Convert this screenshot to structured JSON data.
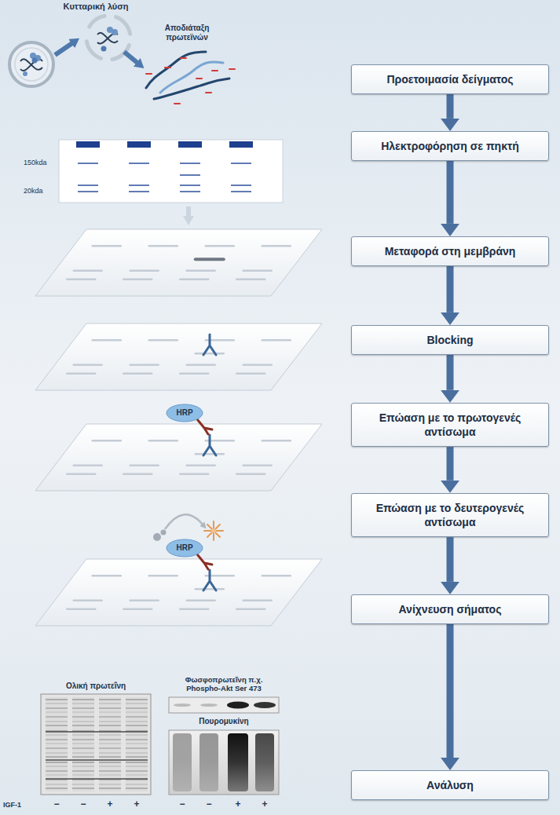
{
  "diagram": {
    "nodes": [
      {
        "text": [
          "Προετοιμασία δείγματος"
        ]
      },
      {
        "text": [
          "Ηλεκτροφόρηση σε πηκτή"
        ]
      },
      {
        "text": [
          "Μεταφορά στη μεμβράνη"
        ]
      },
      {
        "text": [
          "Blocking"
        ]
      },
      {
        "text": [
          "Επώαση με το πρωτογενές αντίσωμα"
        ]
      },
      {
        "text": [
          "Επώαση με το δευτερογενές αντίσωμα"
        ]
      },
      {
        "text": [
          "Ανίχνευση σήματος"
        ]
      },
      {
        "text": [
          "Ανάλυση"
        ]
      }
    ],
    "edges": [
      {
        "from": 0,
        "to": 1,
        "arrow": "to"
      },
      {
        "from": 1,
        "to": 2,
        "arrow": "to"
      },
      {
        "from": 2,
        "to": 3,
        "arrow": "to"
      },
      {
        "from": 3,
        "to": 4,
        "arrow": "to"
      },
      {
        "from": 4,
        "to": 5,
        "arrow": "to"
      },
      {
        "from": 5,
        "to": 6,
        "arrow": "to"
      },
      {
        "from": 6,
        "to": 7,
        "arrow": "to"
      }
    ],
    "labels": [
      "Κυτταρική λύση",
      "Αποδιάταξη πρωτεϊνών",
      "150kda",
      "20kda",
      "HRP",
      "HRP",
      "Ολική πρωτεΐνη",
      "Φωσφοπρωτεΐνη π.χ. Phospho-Akt Ser 473",
      "Πουρομυκίνη",
      "IGF-1",
      "−",
      "−",
      "+",
      "+",
      "−",
      "−",
      "+",
      "+"
    ]
  }
}
